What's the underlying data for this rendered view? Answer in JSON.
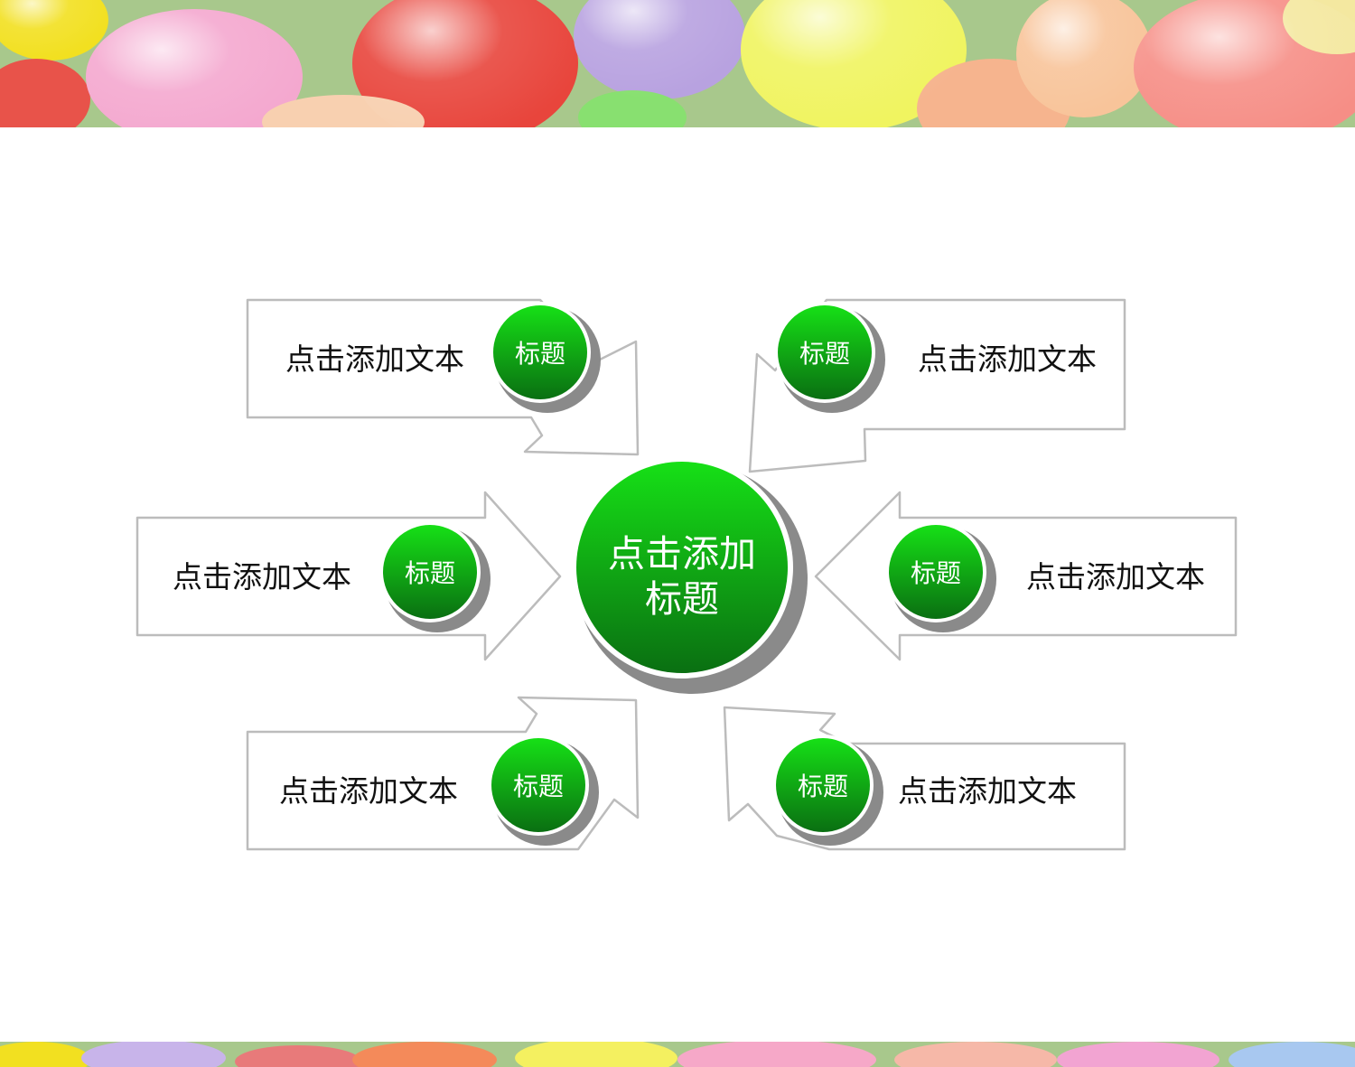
{
  "slide": {
    "center": {
      "line1": "点击添加",
      "line2": "标题"
    },
    "items": [
      {
        "position": "top-left",
        "badge": "标题",
        "text": "点击添加文本"
      },
      {
        "position": "top-right",
        "badge": "标题",
        "text": "点击添加文本"
      },
      {
        "position": "middle-left",
        "badge": "标题",
        "text": "点击添加文本"
      },
      {
        "position": "middle-right",
        "badge": "标题",
        "text": "点击添加文本"
      },
      {
        "position": "bottom-left",
        "badge": "标题",
        "text": "点击添加文本"
      },
      {
        "position": "bottom-right",
        "badge": "标题",
        "text": "点击添加文本"
      }
    ]
  },
  "colors": {
    "green_light": "#16e016",
    "green_dark": "#0a6f12",
    "outline": "#bcbcbc",
    "banner_bg": "#a8c88c"
  }
}
